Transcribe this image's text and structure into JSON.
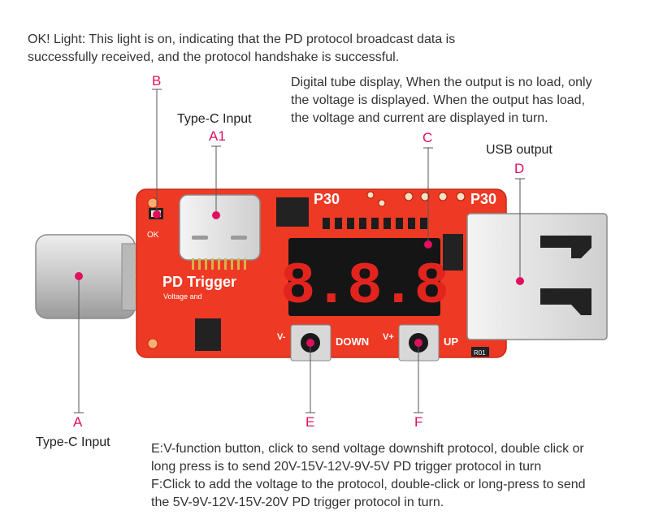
{
  "top_note": {
    "line1": "OK! Light: This light is on, indicating that the PD protocol broadcast data is",
    "line2": "successfully received, and the protocol handshake is successful."
  },
  "display_note": {
    "line1": "Digital tube display, When the output is no load, only",
    "line2": "the voltage is displayed. When the output has load,",
    "line3": "the voltage and current are displayed in turn."
  },
  "labels": {
    "a": "A",
    "a1": "A1",
    "b": "B",
    "c": "C",
    "d": "D",
    "e": "E",
    "f": "F"
  },
  "captions": {
    "typec_input_top": "Type-C Input",
    "typec_input_bottom": "Type-C Input",
    "usb_output": "USB output"
  },
  "board": {
    "model_left": "P30",
    "model_right": "P30",
    "ok_mark": "OK",
    "title": "PD Trigger",
    "subtitle": "Voltage and",
    "display_digits": "8.8.8",
    "button_left_mark": "V-",
    "button_left_label": "DOWN",
    "button_right_mark": "V+",
    "button_right_label": "UP",
    "resistor_mark": "R01"
  },
  "bottom_note": {
    "line1": "E:V-function button, click to send voltage downshift protocol, double click or",
    "line2": "long press is to send 20V-15V-12V-9V-5V PD trigger protocol in turn",
    "line3": "F:Click to add the voltage to the protocol, double-click or long-press to send",
    "line4": "the 5V-9V-12V-15V-20V PD trigger protocol in turn."
  },
  "colors": {
    "board": "#ee3a24",
    "callout": "#e0105e",
    "display": "#e2241f"
  }
}
